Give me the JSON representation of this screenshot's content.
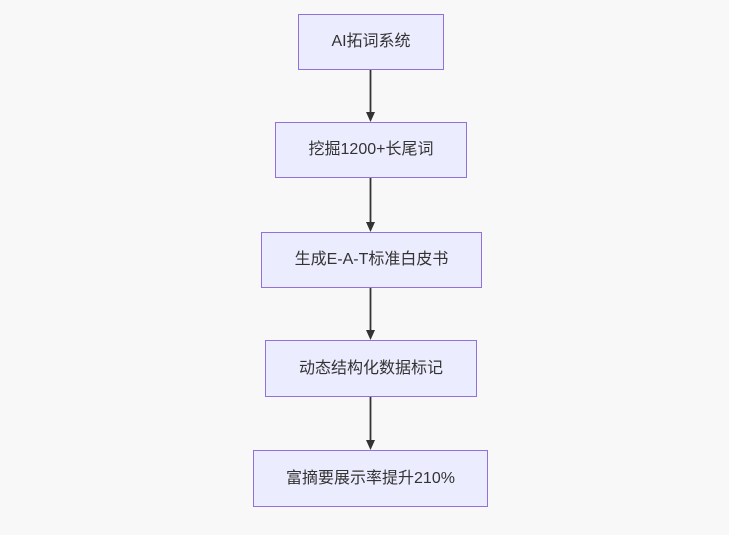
{
  "flowchart": {
    "type": "flowchart",
    "direction": "top-down",
    "nodes": [
      {
        "id": "node-1",
        "label": "AI拓词系统"
      },
      {
        "id": "node-2",
        "label": "挖掘1200+长尾词"
      },
      {
        "id": "node-3",
        "label": "生成E-A-T标准白皮书"
      },
      {
        "id": "node-4",
        "label": "动态结构化数据标记"
      },
      {
        "id": "node-5",
        "label": "富摘要展示率提升210%"
      }
    ],
    "edges": [
      {
        "from": "node-1",
        "to": "node-2",
        "style": "arrow-down"
      },
      {
        "from": "node-2",
        "to": "node-3",
        "style": "arrow-down"
      },
      {
        "from": "node-3",
        "to": "node-4",
        "style": "arrow-down"
      },
      {
        "from": "node-4",
        "to": "node-5",
        "style": "arrow-down"
      }
    ],
    "colors": {
      "node_fill": "#ececff",
      "node_border": "#9370db",
      "node_text": "#333333",
      "arrow": "#333333",
      "background": "#f8f8f8"
    }
  }
}
